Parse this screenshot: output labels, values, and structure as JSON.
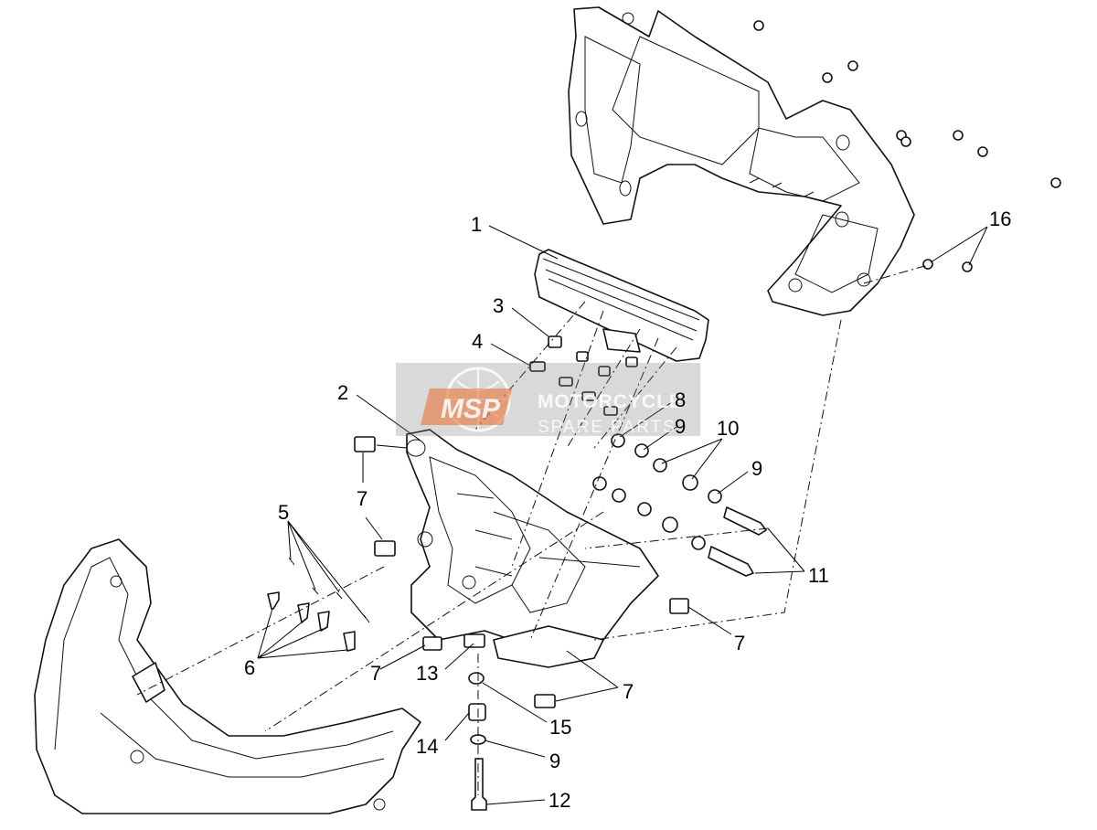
{
  "diagram": {
    "callouts": [
      "1",
      "2",
      "3",
      "4",
      "5",
      "6",
      "7",
      "8",
      "9",
      "10",
      "11",
      "12",
      "13",
      "14",
      "15",
      "16"
    ]
  },
  "watermark": {
    "logo": "MSP",
    "line1": "MOTORCYCLE",
    "line2": "SPARE PARTS",
    "box_color": "#8a8a8a",
    "logo_color": "#e8733a"
  }
}
